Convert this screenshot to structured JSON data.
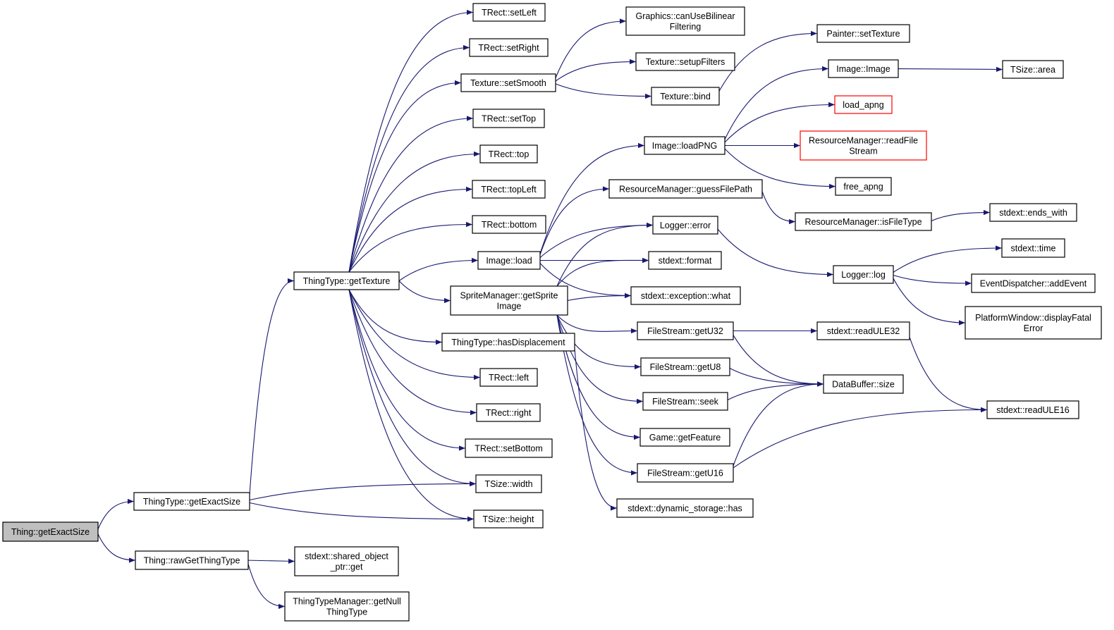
{
  "colors": {
    "edge": "#191970",
    "node_border": "#000000",
    "truncated_border": "#ff0000",
    "root_fill": "#bfbfbf",
    "node_fill": "#ffffff"
  },
  "nodes": [
    {
      "id": "n0",
      "lines": [
        "Thing::getExactSize"
      ],
      "root": true
    },
    {
      "id": "n1",
      "lines": [
        "ThingType::getExactSize"
      ]
    },
    {
      "id": "n2",
      "lines": [
        "Thing::rawGetThingType"
      ]
    },
    {
      "id": "n3",
      "lines": [
        "ThingType::getTexture"
      ]
    },
    {
      "id": "n4",
      "lines": [
        "stdext::shared_object",
        "_ptr::get"
      ]
    },
    {
      "id": "n5",
      "lines": [
        "ThingTypeManager::getNull",
        "ThingType"
      ]
    },
    {
      "id": "n6",
      "lines": [
        "TRect::setLeft"
      ]
    },
    {
      "id": "n7",
      "lines": [
        "TRect::setRight"
      ]
    },
    {
      "id": "n8",
      "lines": [
        "Texture::setSmooth"
      ]
    },
    {
      "id": "n9",
      "lines": [
        "TRect::setTop"
      ]
    },
    {
      "id": "n10",
      "lines": [
        "TRect::top"
      ]
    },
    {
      "id": "n11",
      "lines": [
        "TRect::topLeft"
      ]
    },
    {
      "id": "n12",
      "lines": [
        "TRect::bottom"
      ]
    },
    {
      "id": "n13",
      "lines": [
        "Image::load"
      ]
    },
    {
      "id": "n14",
      "lines": [
        "SpriteManager::getSprite",
        "Image"
      ]
    },
    {
      "id": "n15",
      "lines": [
        "ThingType::hasDisplacement"
      ]
    },
    {
      "id": "n16",
      "lines": [
        "TRect::left"
      ]
    },
    {
      "id": "n17",
      "lines": [
        "TRect::right"
      ]
    },
    {
      "id": "n18",
      "lines": [
        "TRect::setBottom"
      ]
    },
    {
      "id": "n19",
      "lines": [
        "TSize::width"
      ]
    },
    {
      "id": "n20",
      "lines": [
        "TSize::height"
      ]
    },
    {
      "id": "n21",
      "lines": [
        "Graphics::canUseBilinear",
        "Filtering"
      ]
    },
    {
      "id": "n22",
      "lines": [
        "Texture::setupFilters"
      ]
    },
    {
      "id": "n23",
      "lines": [
        "Texture::bind"
      ]
    },
    {
      "id": "n24",
      "lines": [
        "Image::loadPNG"
      ]
    },
    {
      "id": "n25",
      "lines": [
        "ResourceManager::guessFilePath"
      ]
    },
    {
      "id": "n26",
      "lines": [
        "Logger::error"
      ]
    },
    {
      "id": "n27",
      "lines": [
        "stdext::format"
      ]
    },
    {
      "id": "n28",
      "lines": [
        "stdext::exception::what"
      ]
    },
    {
      "id": "n29",
      "lines": [
        "FileStream::getU32"
      ]
    },
    {
      "id": "n30",
      "lines": [
        "FileStream::getU8"
      ]
    },
    {
      "id": "n31",
      "lines": [
        "FileStream::seek"
      ]
    },
    {
      "id": "n32",
      "lines": [
        "Game::getFeature"
      ]
    },
    {
      "id": "n33",
      "lines": [
        "FileStream::getU16"
      ]
    },
    {
      "id": "n34",
      "lines": [
        "stdext::dynamic_storage::has"
      ]
    },
    {
      "id": "n35",
      "lines": [
        "Painter::setTexture"
      ]
    },
    {
      "id": "n36",
      "lines": [
        "Image::Image"
      ]
    },
    {
      "id": "n37",
      "lines": [
        "load_apng"
      ],
      "truncated": true
    },
    {
      "id": "n38",
      "lines": [
        "ResourceManager::readFile",
        "Stream"
      ],
      "truncated": true
    },
    {
      "id": "n39",
      "lines": [
        "free_apng"
      ]
    },
    {
      "id": "n40",
      "lines": [
        "ResourceManager::isFileType"
      ]
    },
    {
      "id": "n41",
      "lines": [
        "Logger::log"
      ]
    },
    {
      "id": "n42",
      "lines": [
        "stdext::readULE32"
      ]
    },
    {
      "id": "n43",
      "lines": [
        "DataBuffer::size"
      ]
    },
    {
      "id": "n44",
      "lines": [
        "TSize::area"
      ]
    },
    {
      "id": "n45",
      "lines": [
        "stdext::ends_with"
      ]
    },
    {
      "id": "n46",
      "lines": [
        "stdext::time"
      ]
    },
    {
      "id": "n47",
      "lines": [
        "EventDispatcher::addEvent"
      ]
    },
    {
      "id": "n48",
      "lines": [
        "PlatformWindow::displayFatal",
        "Error"
      ]
    },
    {
      "id": "n49",
      "lines": [
        "stdext::readULE16"
      ]
    }
  ],
  "edges": [
    [
      "n0",
      "n1"
    ],
    [
      "n0",
      "n2"
    ],
    [
      "n1",
      "n3"
    ],
    [
      "n1",
      "n19"
    ],
    [
      "n1",
      "n20"
    ],
    [
      "n2",
      "n4"
    ],
    [
      "n2",
      "n5"
    ],
    [
      "n3",
      "n6"
    ],
    [
      "n3",
      "n7"
    ],
    [
      "n3",
      "n8"
    ],
    [
      "n3",
      "n9"
    ],
    [
      "n3",
      "n10"
    ],
    [
      "n3",
      "n11"
    ],
    [
      "n3",
      "n12"
    ],
    [
      "n3",
      "n13"
    ],
    [
      "n3",
      "n14"
    ],
    [
      "n3",
      "n15"
    ],
    [
      "n3",
      "n16"
    ],
    [
      "n3",
      "n17"
    ],
    [
      "n3",
      "n18"
    ],
    [
      "n3",
      "n19"
    ],
    [
      "n3",
      "n20"
    ],
    [
      "n8",
      "n21"
    ],
    [
      "n8",
      "n22"
    ],
    [
      "n8",
      "n23"
    ],
    [
      "n23",
      "n35"
    ],
    [
      "n13",
      "n24"
    ],
    [
      "n13",
      "n25"
    ],
    [
      "n13",
      "n26"
    ],
    [
      "n13",
      "n27"
    ],
    [
      "n13",
      "n28"
    ],
    [
      "n14",
      "n26"
    ],
    [
      "n14",
      "n27"
    ],
    [
      "n14",
      "n28"
    ],
    [
      "n14",
      "n29"
    ],
    [
      "n14",
      "n30"
    ],
    [
      "n14",
      "n31"
    ],
    [
      "n14",
      "n32"
    ],
    [
      "n14",
      "n33"
    ],
    [
      "n15",
      "n34"
    ],
    [
      "n24",
      "n36"
    ],
    [
      "n24",
      "n37"
    ],
    [
      "n24",
      "n38"
    ],
    [
      "n24",
      "n39"
    ],
    [
      "n36",
      "n44"
    ],
    [
      "n25",
      "n40"
    ],
    [
      "n40",
      "n45"
    ],
    [
      "n26",
      "n41"
    ],
    [
      "n41",
      "n46"
    ],
    [
      "n41",
      "n47"
    ],
    [
      "n41",
      "n48"
    ],
    [
      "n29",
      "n42"
    ],
    [
      "n29",
      "n43"
    ],
    [
      "n30",
      "n43"
    ],
    [
      "n31",
      "n43"
    ],
    [
      "n33",
      "n43"
    ],
    [
      "n33",
      "n49"
    ],
    [
      "n42",
      "n49"
    ]
  ]
}
